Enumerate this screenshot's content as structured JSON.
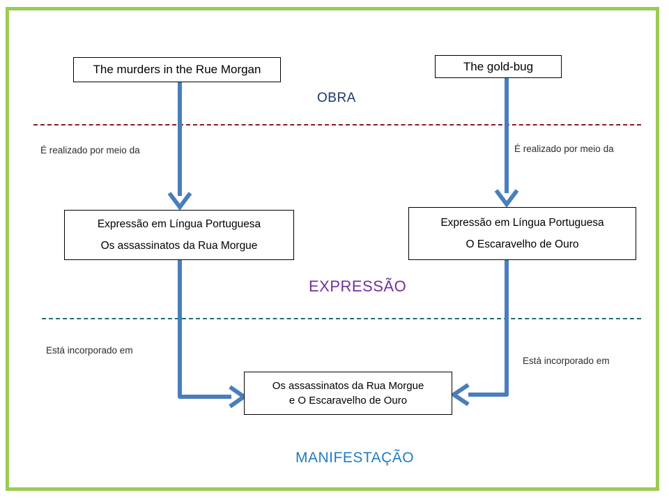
{
  "diagram": {
    "title_hidden": "",
    "colors": {
      "frame_green": "#9ccb55",
      "connector_blue": "#4a7ebb",
      "obra_label": "#1f3864",
      "expressao_label": "#7030a0",
      "manifestacao_label": "#1f7cc0",
      "separator_obra": "#8b1a28",
      "separator_expressao": "#1f6f6a",
      "box_border": "#000000"
    },
    "tiers": [
      {
        "id": "obra",
        "label": "OBRA"
      },
      {
        "id": "expressao",
        "label": "EXPRESSÃO"
      },
      {
        "id": "manifestacao",
        "label": "MANIFESTAÇÃO"
      }
    ],
    "boxes": {
      "work_left": {
        "lines": [
          "The murders in the Rue Morgan"
        ]
      },
      "work_right": {
        "lines": [
          "The gold-bug"
        ]
      },
      "expression_left": {
        "lines": [
          "Expressão em Língua Portuguesa",
          "Os assassinatos da Rua Morgue"
        ]
      },
      "expression_right": {
        "lines": [
          "Expressão em Língua Portuguesa",
          "O Escaravelho de Ouro"
        ]
      },
      "manifestation": {
        "lines": [
          "Os assassinatos da Rua Morgue",
          "e O Escaravelho de Ouro"
        ]
      }
    },
    "relations": {
      "left_top": "É realizado por meio da",
      "right_top": "É realizado por meio da",
      "left_bottom": "Está incorporado em",
      "right_bottom": "Está incorporado em"
    }
  }
}
